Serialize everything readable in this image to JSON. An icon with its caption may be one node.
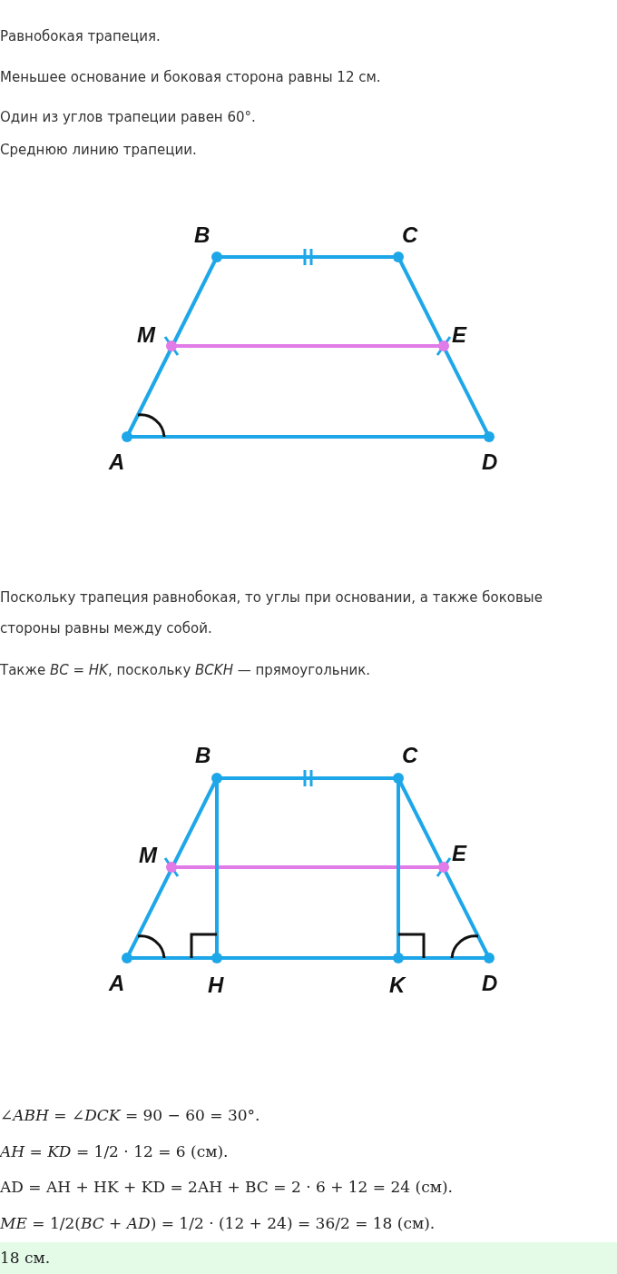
{
  "diagram": {
    "nodes": [
      {
        "text": [
          "B"
        ]
      },
      {
        "text": [
          "C"
        ]
      },
      {
        "text": [
          "M"
        ]
      },
      {
        "text": [
          "E"
        ]
      },
      {
        "text": [
          "A"
        ]
      },
      {
        "text": [
          "D"
        ]
      },
      {
        "text": [
          "B"
        ]
      },
      {
        "text": [
          "C"
        ]
      },
      {
        "text": [
          "M"
        ]
      },
      {
        "text": [
          "E"
        ]
      },
      {
        "text": [
          "A"
        ]
      },
      {
        "text": [
          "H"
        ]
      },
      {
        "text": [
          "K"
        ]
      },
      {
        "text": [
          "D"
        ]
      }
    ],
    "edges": [
      {
        "from": 4,
        "to": 0,
        "arrow": "none"
      },
      {
        "from": 0,
        "to": 1,
        "arrow": "none"
      },
      {
        "from": 1,
        "to": 5,
        "arrow": "none"
      },
      {
        "from": 4,
        "to": 5,
        "arrow": "none"
      },
      {
        "from": 2,
        "to": 3,
        "arrow": "none",
        "color": "#e07be8"
      },
      {
        "from": 10,
        "to": 6,
        "arrow": "none"
      },
      {
        "from": 6,
        "to": 7,
        "arrow": "none"
      },
      {
        "from": 7,
        "to": 13,
        "arrow": "none"
      },
      {
        "from": 10,
        "to": 13,
        "arrow": "none"
      },
      {
        "from": 8,
        "to": 9,
        "arrow": "none",
        "color": "#e07be8"
      },
      {
        "from": 6,
        "to": 11,
        "arrow": "none"
      },
      {
        "from": 7,
        "to": 12,
        "arrow": "none"
      }
    ],
    "labels": [
      "Равнобокая трапеция.",
      "Меньшее основание и боковая сторона равны 12 см.",
      "Один из углов трапеции равен 60°.",
      "Среднюю линию трапеции.",
      "Поскольку трапеция равнобокая, то углы при основании, а также боковые стороны равны между собой.",
      "Также *BC* = *HK*, поскольку *BCKH* — прямоугольник.",
      "∠*ABH* = ∠*DCK* = 90 − 60 = 30°.",
      "*AH* = *KD* = 1/2 · 12 = 6 (см).",
      "AD = AH + HK + KD = 2AH + BC = 2 · 6 + 12 = 24 (см).",
      "*ME* = 1/2(*BC* + *AD*) = 1/2 · (12 + 24) = 36/2 = 18 (см).",
      "18 см."
    ]
  }
}
